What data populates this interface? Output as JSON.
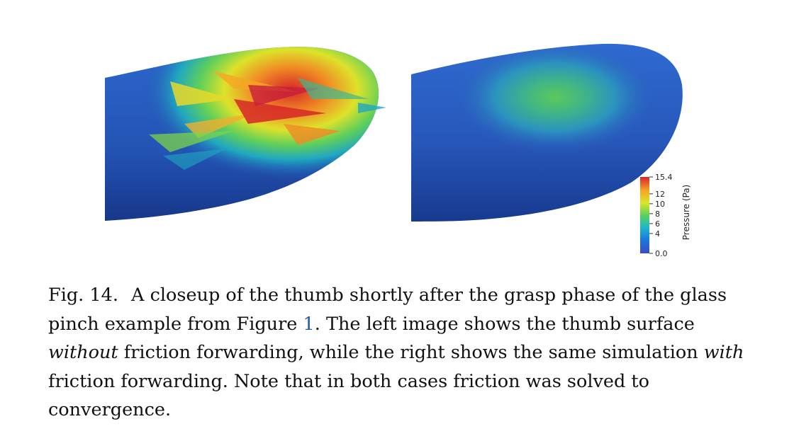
{
  "caption": {
    "label": "Fig. 14.",
    "part1": "A closeup of the thumb shortly after the grasp phase of the glass pinch example from Figure ",
    "figure_ref": "1",
    "part2": ". The left image shows the thumb surface ",
    "em1": "without",
    "part3": " friction forwarding, while the right shows the same simulation ",
    "em2": "with",
    "part4": " friction forwarding. Note that in both cases friction was solved to convergence."
  },
  "colorbar": {
    "title": "Pressure (Pa)",
    "ticks": [
      "15.4",
      "12",
      "10",
      "8",
      "6",
      "4",
      "0.0"
    ],
    "tick_values": [
      15.4,
      12,
      10,
      8,
      6,
      4,
      0.0
    ],
    "range": [
      0.0,
      15.4
    ],
    "colors": [
      "#3b4cc0",
      "#1a78e0",
      "#1fb8c8",
      "#5ad15a",
      "#d8e62a",
      "#f5a623",
      "#d62728"
    ]
  },
  "panels": {
    "left_base_color": "#2456b8",
    "right_base_color": "#2a5fc0"
  }
}
